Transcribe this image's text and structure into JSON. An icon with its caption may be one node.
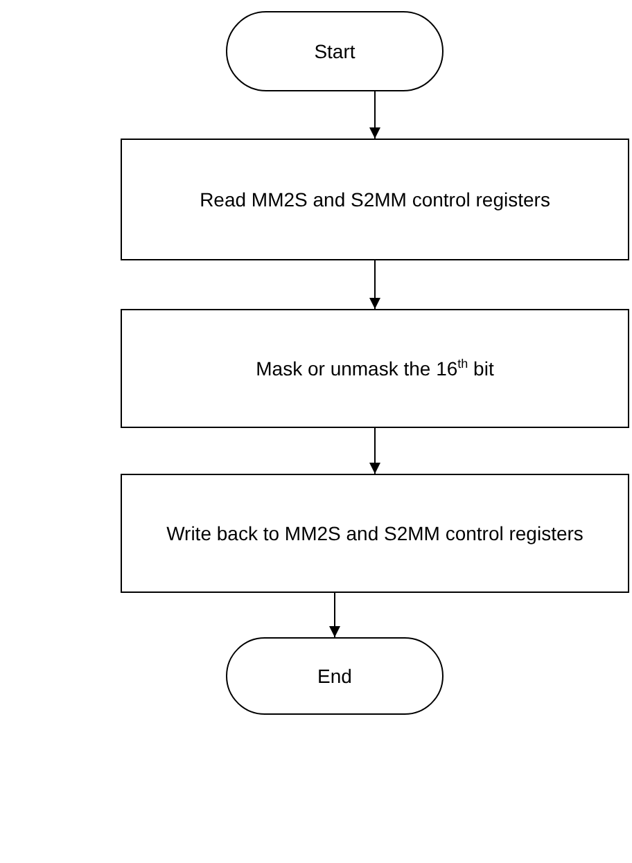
{
  "diagram": {
    "nodes": [
      {
        "text": [
          "Start"
        ]
      },
      {
        "text": [
          "Read MM2S and S2MM control registers"
        ]
      },
      {
        "text": [
          "Mask or unmask the 16$^{th}$ bit"
        ]
      },
      {
        "text": [
          "Write back to MM2S and S2MM control registers"
        ]
      },
      {
        "text": [
          "End"
        ]
      }
    ],
    "edges": [
      {
        "from": 0,
        "to": 1,
        "arrow": "to"
      },
      {
        "from": 1,
        "to": 2,
        "arrow": "to"
      },
      {
        "from": 2,
        "to": 3,
        "arrow": "to"
      },
      {
        "from": 3,
        "to": 4,
        "arrow": "to"
      }
    ]
  }
}
